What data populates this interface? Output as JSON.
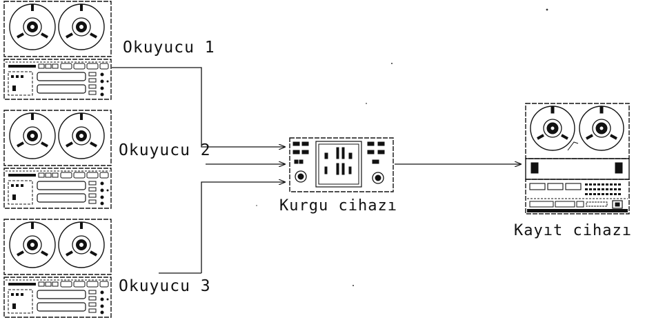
{
  "labels": {
    "reader_1": "Okuyucu 1",
    "reader_2": "Okuyucu 2",
    "reader_3": "Okuyucu 3",
    "mixer": "Kurgu cihazı",
    "recorder": "Kayıt cihazı"
  }
}
